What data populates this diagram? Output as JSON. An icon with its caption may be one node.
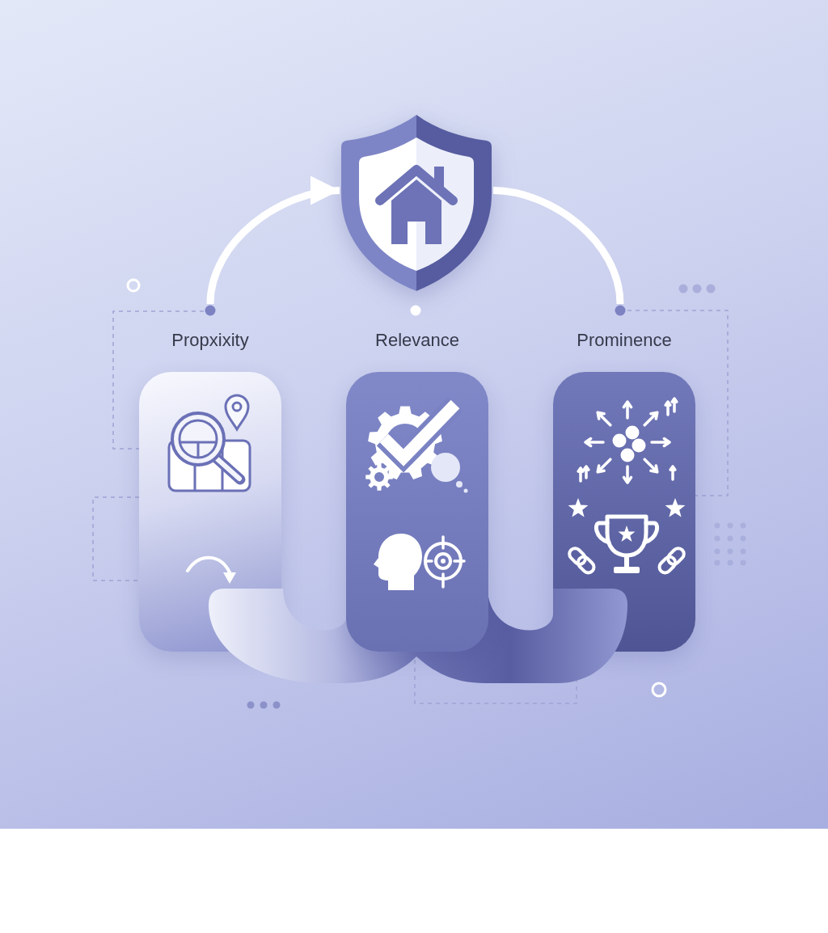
{
  "diagram": {
    "nodes": [
      {
        "text": [],
        "shape": "picture"
      },
      {
        "text": [
          "Propxixity"
        ]
      },
      {
        "text": [
          "Relevance"
        ]
      },
      {
        "text": [
          "Prominence"
        ]
      },
      {
        "text": [],
        "shape": "ribbon"
      }
    ],
    "edges": [
      {
        "from": 1,
        "to": 0,
        "arrow": "to"
      },
      {
        "from": 0,
        "to": 3,
        "arrow": "none"
      }
    ]
  }
}
